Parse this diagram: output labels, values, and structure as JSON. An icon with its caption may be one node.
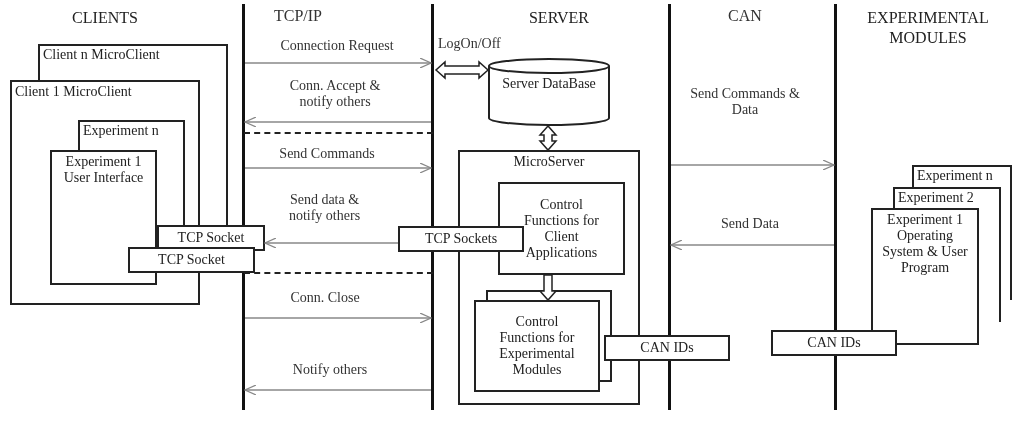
{
  "diagram": {
    "nodes": [
      {
        "text": [
          "CLIENTS"
        ]
      },
      {
        "text": [
          "Client n MicroClient"
        ],
        "in": 0
      },
      {
        "text": [
          "Client 1 MicroClient"
        ],
        "in": 0
      },
      {
        "text": [
          "Experiment n"
        ],
        "in": 2
      },
      {
        "text": [
          "Experiment 1 User Interface"
        ],
        "in": 2
      },
      {
        "text": [
          "TCP Socket"
        ]
      },
      {
        "text": [
          "TCP Socket"
        ]
      },
      {
        "text": [
          "SERVER"
        ]
      },
      {
        "text": [
          "Server DataBase"
        ],
        "in": 7
      },
      {
        "text": [
          "MicroServer"
        ],
        "in": 7
      },
      {
        "text": [
          "Control Functions for Client Applications"
        ],
        "in": 9
      },
      {
        "text": [
          "Control Functions for Experimental Modules"
        ],
        "in": 9
      },
      {
        "text": [
          "TCP Sockets"
        ]
      },
      {
        "text": [
          "CAN IDs"
        ]
      },
      {
        "text": [
          "EXPERIMENTAL MODULES"
        ]
      },
      {
        "text": [
          "Experiment n"
        ],
        "in": 14
      },
      {
        "text": [
          "Experiment 2"
        ],
        "in": 14
      },
      {
        "text": [
          "Experiment 1 Operating System & User Program"
        ],
        "in": 14
      },
      {
        "text": [
          "CAN IDs"
        ]
      }
    ],
    "edges": [
      {
        "from": null,
        "to": 8,
        "arrow": "both",
        "label": "LogOn/Off"
      },
      {
        "from": 8,
        "to": 9,
        "arrow": "both"
      },
      {
        "from": 10,
        "to": 11,
        "arrow": "to"
      },
      {
        "from": 0,
        "to": 7,
        "arrow": "to",
        "label": "Connection Request"
      },
      {
        "from": 7,
        "to": 0,
        "arrow": "to",
        "label": "Conn. Accept & notify others"
      },
      {
        "from": 0,
        "to": 7,
        "arrow": "to",
        "label": "Send Commands"
      },
      {
        "from": 12,
        "to": 5,
        "arrow": "to",
        "label": "Send data & notify others"
      },
      {
        "from": 0,
        "to": 7,
        "arrow": "to",
        "label": "Conn. Close"
      },
      {
        "from": 7,
        "to": 0,
        "arrow": "to",
        "label": "Notify others"
      },
      {
        "from": 7,
        "to": 14,
        "arrow": "to",
        "label": "Send Commands & Data"
      },
      {
        "from": 14,
        "to": 7,
        "arrow": "to",
        "label": "Send Data"
      }
    ],
    "labels": [
      "TCP/IP",
      "CAN"
    ]
  }
}
